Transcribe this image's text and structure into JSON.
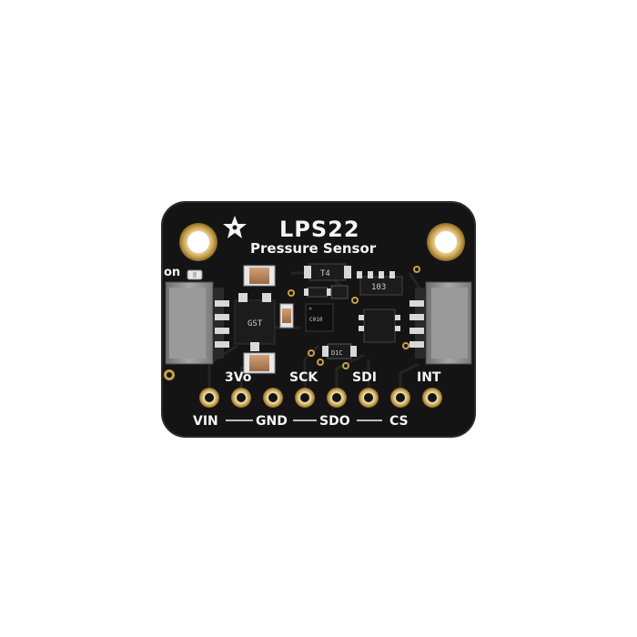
{
  "board": {
    "title": "LPS22",
    "subtitle": "Pressure Sensor",
    "on_label": "on",
    "pins_top": [
      "3Vo",
      "SCK",
      "SDI",
      "INT"
    ],
    "pins_bottom": [
      "VIN",
      "GND",
      "SDO",
      "CS"
    ],
    "components": {
      "transistor_q1": "T4",
      "resistor_r": "103",
      "diode_d1": "D1C",
      "regulator": "GST",
      "sensor_chip": "C010"
    },
    "logo": "adafruit-star-logo"
  },
  "colors": {
    "pcb": "#141414",
    "silkscreen": "#f4f4f4",
    "pad_gold": "#c9a04a",
    "connector": "#8e8e8e",
    "capacitor": "#b07a4e",
    "background": "#ffffff"
  }
}
